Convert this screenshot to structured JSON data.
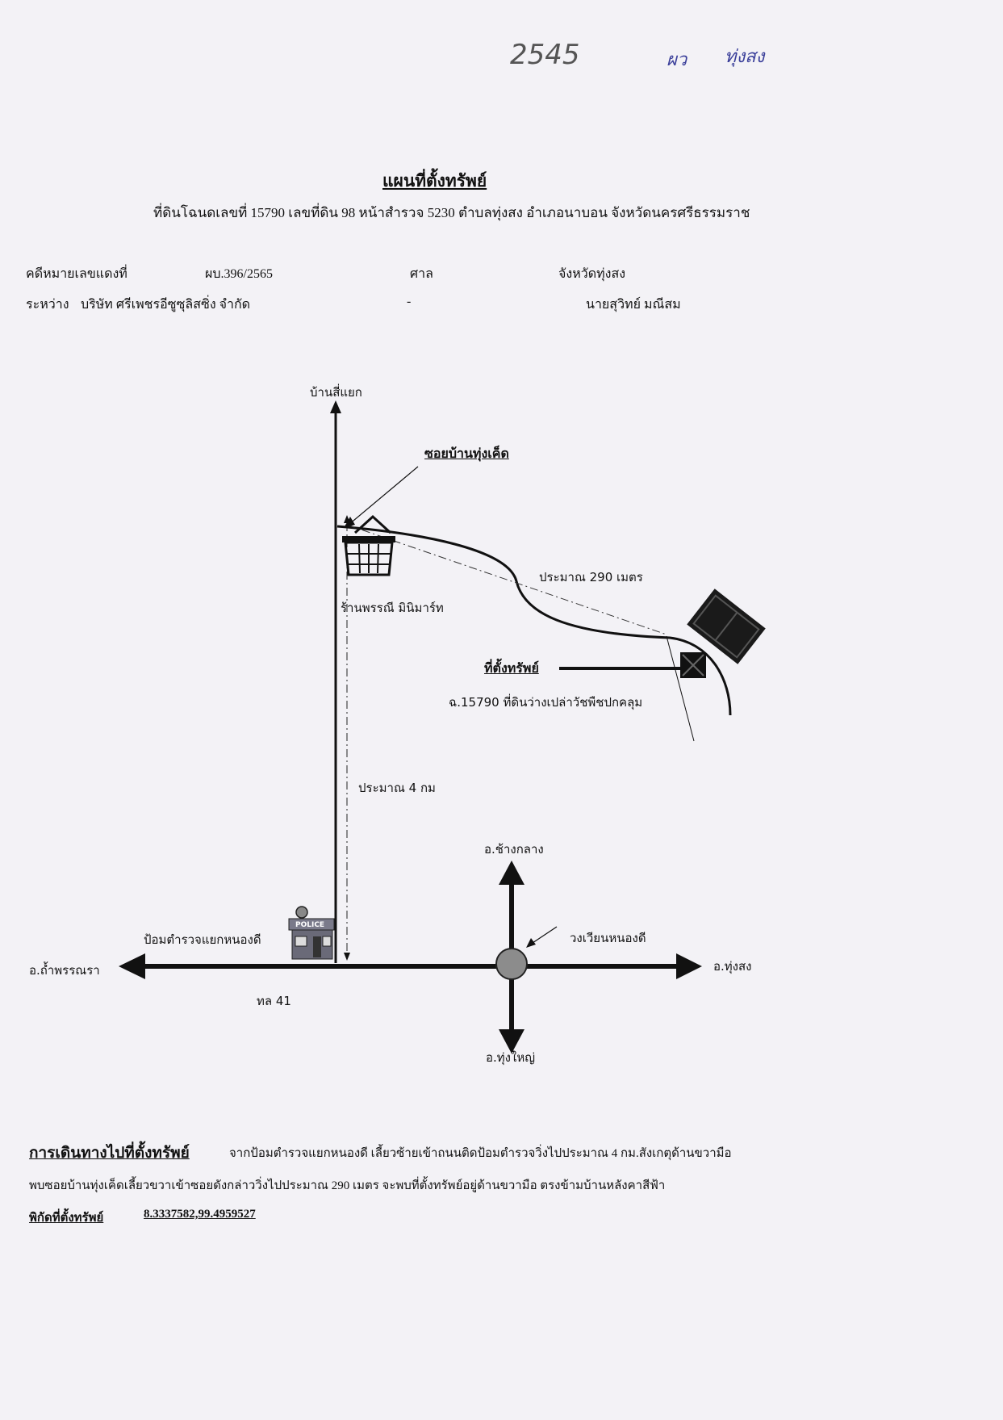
{
  "handwritten": {
    "number": "2545",
    "note_1": "ผว",
    "note_2": "ทุ่งสง"
  },
  "header": {
    "title": "แผนที่ตั้งทรัพย์",
    "subtitle": "ที่ดินโฉนดเลขที่ 15790 เลขที่ดิน 98 หน้าสำรวจ 5230 ตำบลทุ่งสง อำเภอนาบอน จังหวัดนครศรีธรรมราช"
  },
  "case_info": {
    "case_label": "คดีหมายเลขแดงที่",
    "case_number": "ผบ.396/2565",
    "court_label": "ศาล",
    "court_name": "จังหวัดทุ่งสง",
    "between_label": "ระหว่าง",
    "plaintiff": "บริษัท ศรีเพชรอีซูซุลิสซิ่ง จำกัด",
    "dash": "-",
    "defendant": "นายสุวิทย์ มณีสม"
  },
  "map": {
    "north_end": "บ้านสี่แยก",
    "soi_label": "ซอยบ้านทุ่งเค็ด",
    "distance_soi": "ประมาณ 290 เมตร",
    "shop_label": "ร้านพรรณี มินิมาร์ท",
    "property_label": "ที่ตั้งทรัพย์",
    "property_desc": "ฉ.15790 ที่ดินว่างเปล่าวัชพืชปกคลุม",
    "distance_main": "ประมาณ 4 กม",
    "north_district": "อ.ช้างกลาง",
    "police_label": "ป้อมตำรวจแยกหนองดี",
    "police_sign": "POLICE",
    "roundabout_label": "วงเวียนหนองดี",
    "west_district": "อ.ถ้ำพรรณรา",
    "east_district": "อ.ทุ่งสง",
    "road_label": "ทล 41",
    "south_district": "อ.ทุ่งใหญ่"
  },
  "directions": {
    "heading": "การเดินทางไปที่ตั้งทรัพย์",
    "line1": "จากป้อมตำรวจแยกหนองดี เลี้ยวซ้ายเข้าถนนติดป้อมตำรวจวิ่งไปประมาณ 4 กม.สังเกตุด้านขวามือ",
    "line2": "พบซอยบ้านทุ่งเค็ดเลี้ยวขวาเข้าซอยดังกล่าววิ่งไปประมาณ 290 เมตร จะพบที่ตั้งทรัพย์อยู่ด้านขวามือ ตรงข้ามบ้านหลังคาสีฟ้า",
    "coord_label": "พิกัดที่ตั้งทรัพย์",
    "coords": "8.3337582,99.4959527"
  }
}
